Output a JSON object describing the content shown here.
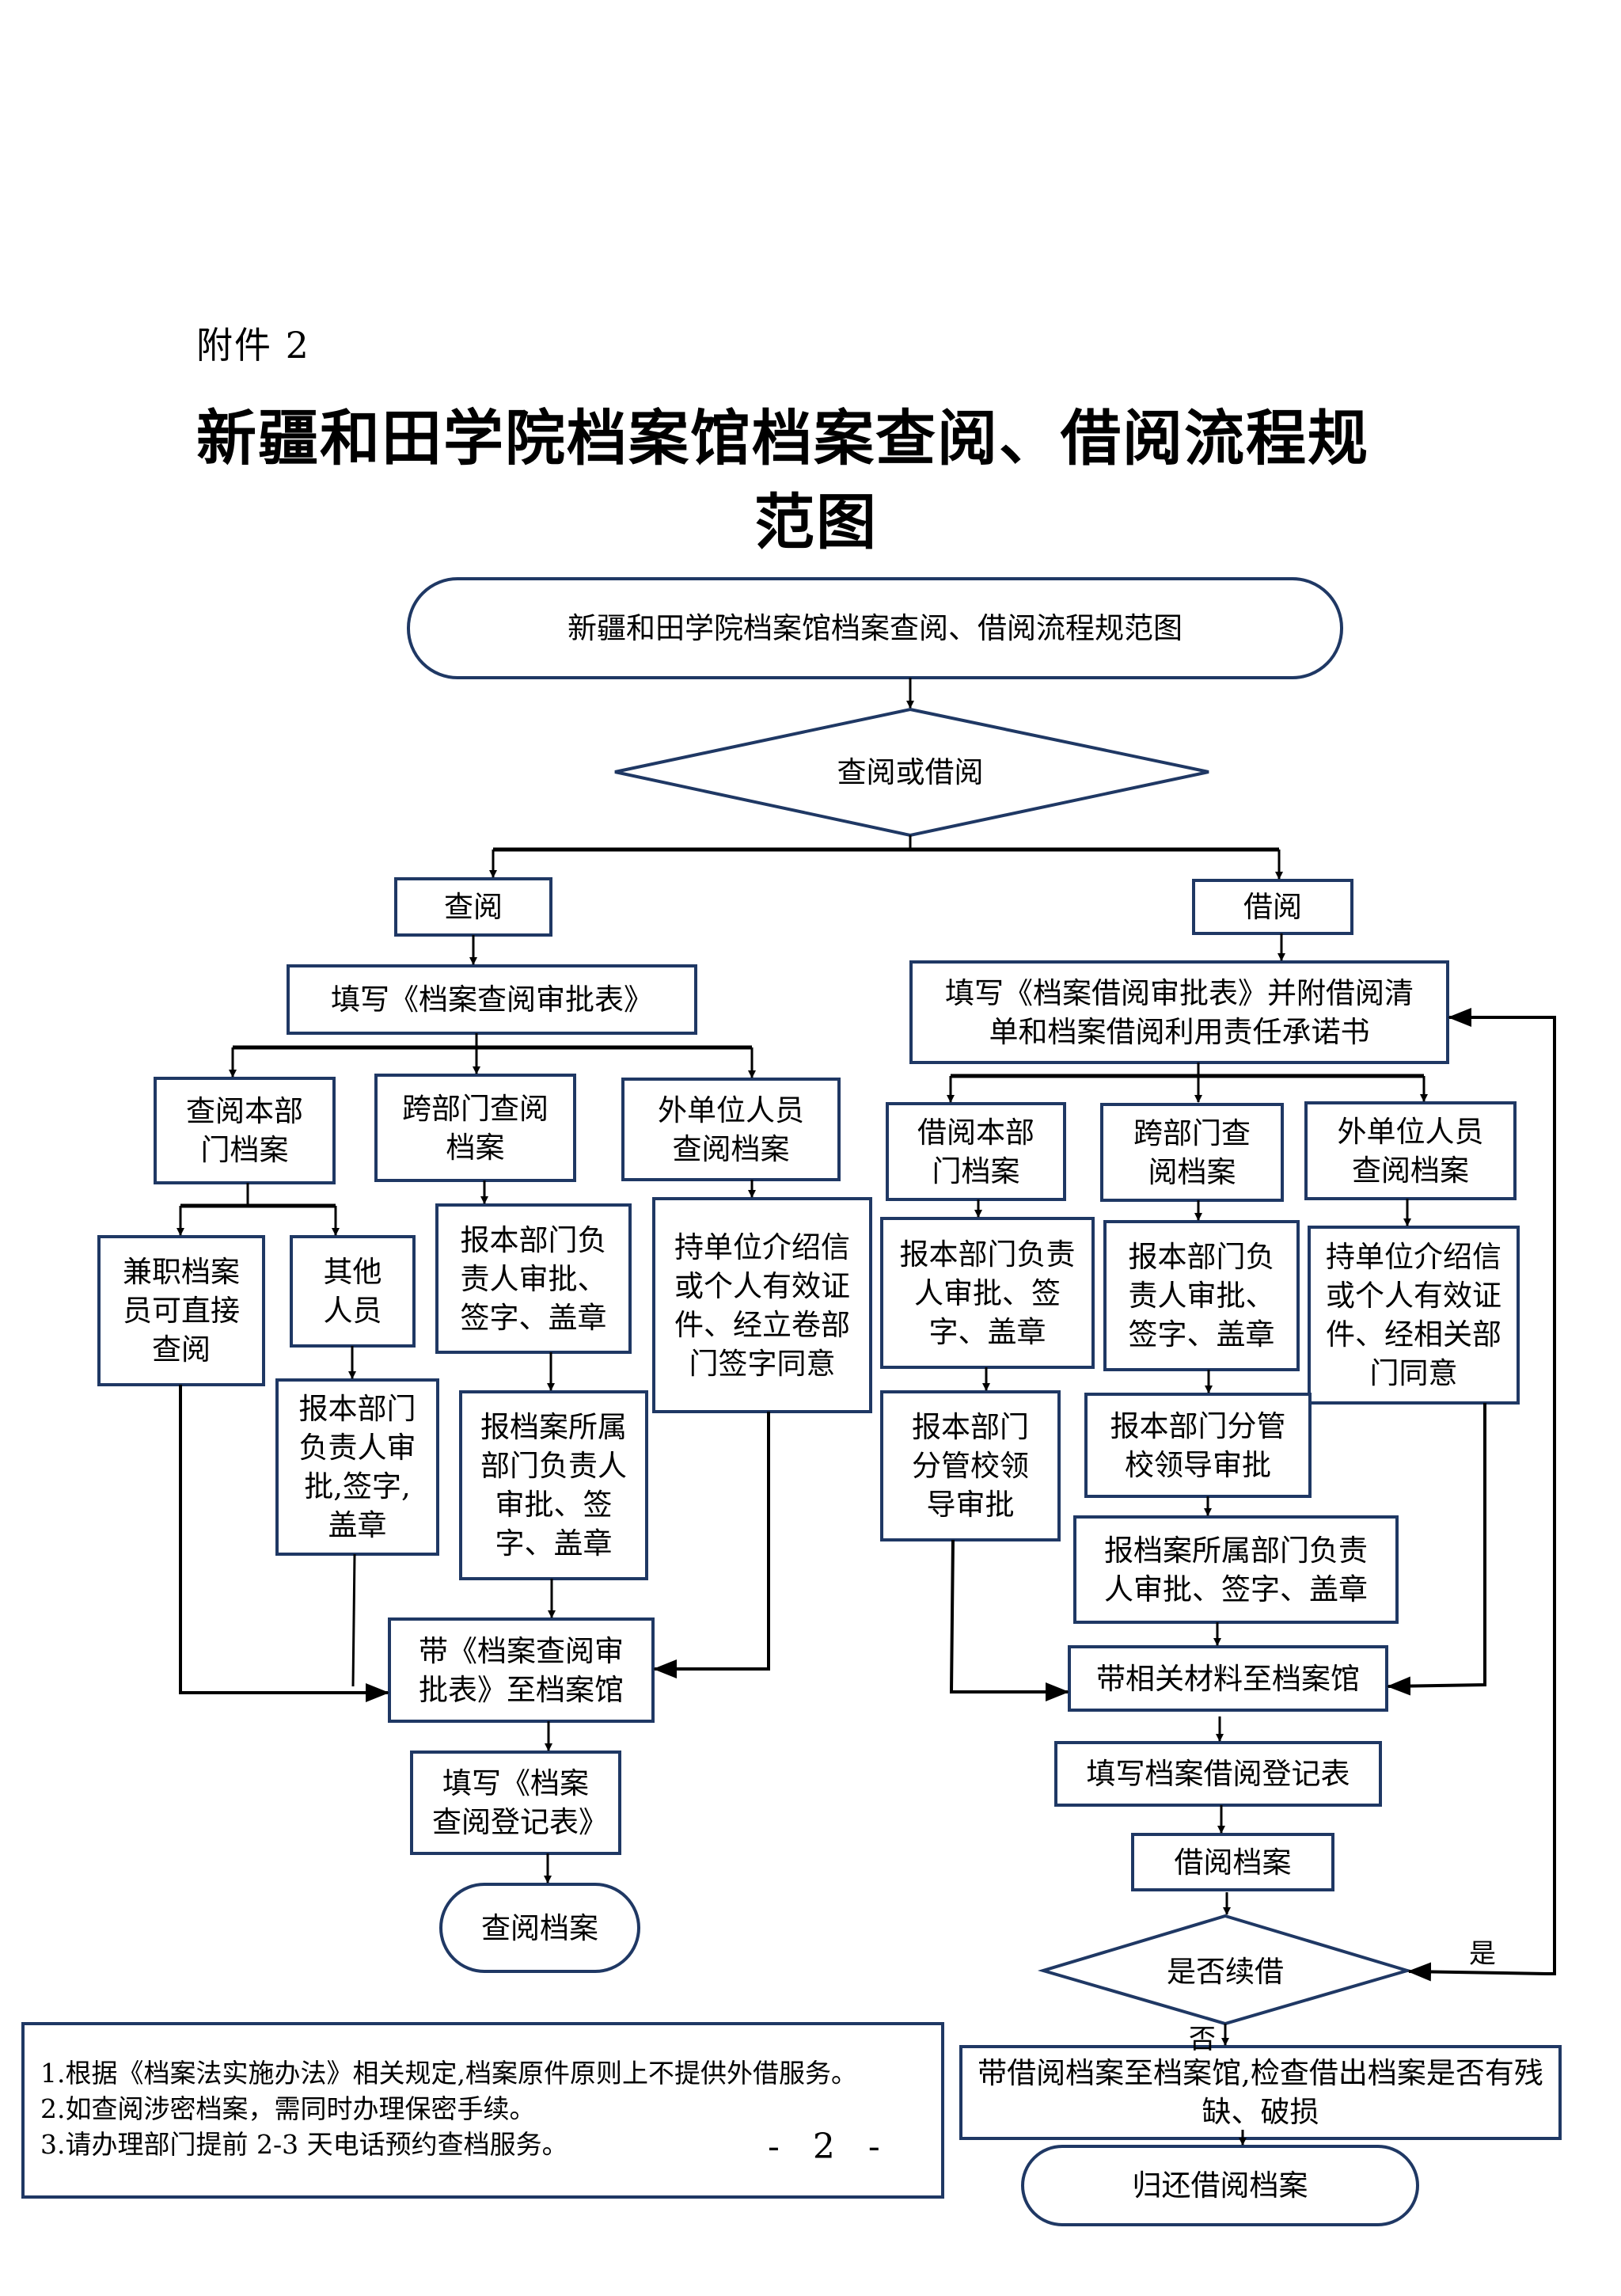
{
  "header": {
    "attachment_label": "附件 2",
    "title_line1": "新疆和田学院档案馆档案查阅、借阅流程规",
    "title_line2": "范图"
  },
  "colors": {
    "box_border": "#1f3864",
    "connector": "#000000"
  },
  "flowchart": {
    "start": "新疆和田学院档案馆档案查阅、借阅流程规范图",
    "decision_type": "查阅或借阅",
    "consult": {
      "label": "查阅",
      "fill_form": "填写《档案查阅审批表》",
      "own_dept": "查阅本部门档案",
      "part_time_archivist": "兼职档案员可直接查阅",
      "other_staff": "其他人员",
      "other_staff_approval": "报本部门负责人审批,签字,盖章",
      "cross_dept": "跨部门查阅档案",
      "cross_dept_approval": "报本部门负责人审批、签字、盖章",
      "cross_dept_owner_approval": "报档案所属部门负责人审批、签字、盖章",
      "external": "外单位人员查阅档案",
      "external_requirement": "持单位介绍信或个人有效证件、经立卷部门签字同意",
      "bring_form": "带《档案查阅审批表》至档案馆",
      "fill_register": "填写《档案查阅登记表》",
      "end": "查阅档案"
    },
    "borrow": {
      "label": "借阅",
      "fill_form": "填写《档案借阅审批表》并附借阅清单和档案借阅利用责任承诺书",
      "own_dept": "借阅本部门档案",
      "own_dept_approval": "报本部门负责人审批、签字、盖章",
      "own_dept_leader_approval": "报本部门分管校领导审批",
      "cross_dept": "跨部门查阅档案",
      "cross_dept_approval": "报本部门负责人审批、签字、盖章",
      "cross_dept_leader_approval": "报本部门分管校领导审批",
      "cross_dept_owner_approval": "报档案所属部门负责人审批、签字、盖章",
      "external": "外单位人员查阅档案",
      "external_requirement": "持单位介绍信或个人有效证件、经相关部门同意",
      "bring_materials": "带相关材料至档案馆",
      "fill_register": "填写档案借阅登记表",
      "borrow_archive": "借阅档案",
      "renew_decision": "是否续借",
      "yes_label": "是",
      "no_label": "否",
      "return_check": "带借阅档案至档案馆,检查借出档案是否有残缺、破损",
      "end": "归还借阅档案"
    }
  },
  "notes": [
    "1.根据《档案法实施办法》相关规定,档案原件原则上不提供外借服务。",
    "2.如查阅涉密档案，需同时办理保密手续。",
    "3.请办理部门提前 2-3 天电话预约查档服务。"
  ],
  "page_number": "- 2 -"
}
